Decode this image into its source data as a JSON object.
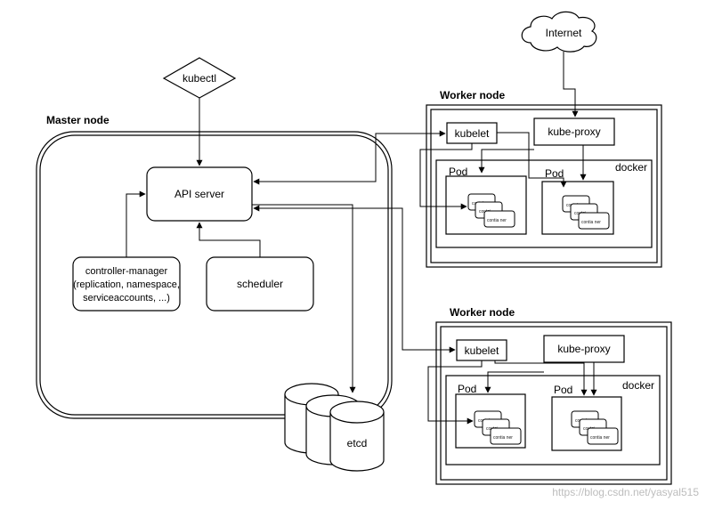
{
  "internet": {
    "label": "Internet"
  },
  "kubectl": {
    "label": "kubectl"
  },
  "master": {
    "title": "Master node",
    "api_server": "API server",
    "controller_manager": [
      "controller-manager",
      "(replication, namespace,",
      "serviceaccounts, ...)"
    ],
    "scheduler": "scheduler",
    "etcd": "etcd"
  },
  "workers": [
    {
      "title": "Worker node",
      "kubelet": "kubelet",
      "kube_proxy": "kube-proxy",
      "docker": "docker",
      "pods": [
        {
          "label": "Pod",
          "containers": [
            "contai",
            "contai",
            "contia ner"
          ]
        },
        {
          "label": "Pod",
          "containers": [
            "contai",
            "contai",
            "contia ner"
          ]
        }
      ]
    },
    {
      "title": "Worker node",
      "kubelet": "kubelet",
      "kube_proxy": "kube-proxy",
      "docker": "docker",
      "pods": [
        {
          "label": "Pod",
          "containers": [
            "contai",
            "contai",
            "contia ner"
          ]
        },
        {
          "label": "Pod",
          "containers": [
            "contai",
            "contai",
            "contia ner"
          ]
        }
      ]
    }
  ],
  "watermark": "https://blog.csdn.net/yasyal515",
  "colors": {
    "stroke": "#000000",
    "fill": "#ffffff",
    "watermark": "#bdbdbd"
  }
}
